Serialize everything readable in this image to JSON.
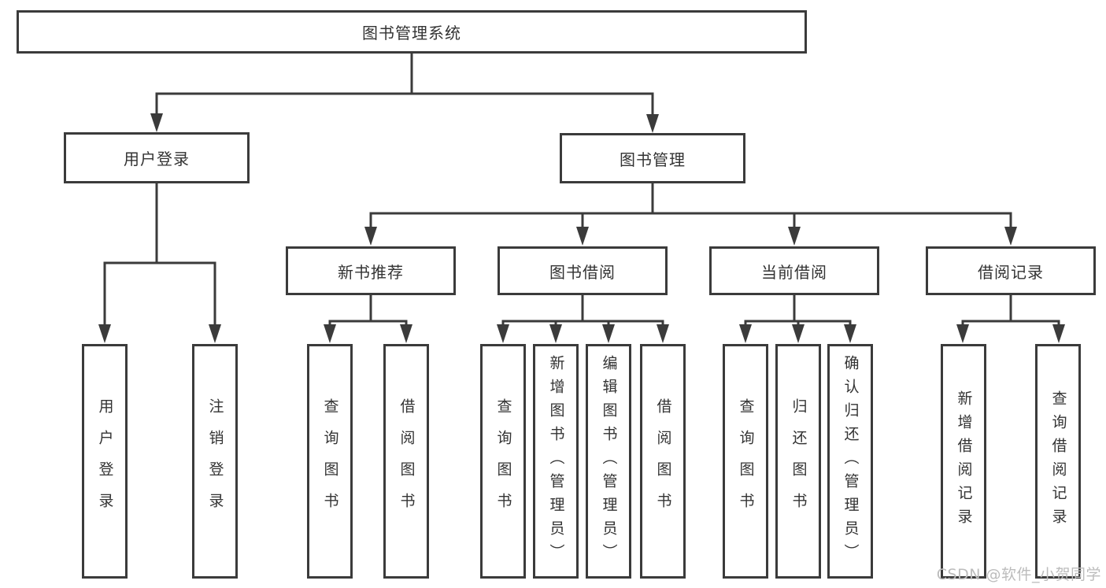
{
  "colors": {
    "line": "#3b3b3b",
    "text": "#333333",
    "watermark": "#bcbcbc",
    "bg": "#ffffff"
  },
  "watermark": {
    "text": "CSDN @软件_小贺同学"
  },
  "tree": {
    "label": "图书管理系统",
    "children": [
      {
        "label": "用户登录",
        "children": [
          {
            "label": "用户登录"
          },
          {
            "label": "注销登录"
          }
        ]
      },
      {
        "label": "图书管理",
        "children": [
          {
            "label": "新书推荐",
            "children": [
              {
                "label": "查询图书"
              },
              {
                "label": "借阅图书"
              }
            ]
          },
          {
            "label": "图书借阅",
            "children": [
              {
                "label": "查询图书"
              },
              {
                "label": "新增图书（管理员）"
              },
              {
                "label": "编辑图书（管理员）"
              },
              {
                "label": "借阅图书"
              }
            ]
          },
          {
            "label": "当前借阅",
            "children": [
              {
                "label": "查询图书"
              },
              {
                "label": "归还图书"
              },
              {
                "label": "确认归还（管理员）"
              }
            ]
          },
          {
            "label": "借阅记录",
            "children": [
              {
                "label": "新增借阅记录"
              },
              {
                "label": "查询借阅记录"
              }
            ]
          }
        ]
      }
    ]
  }
}
